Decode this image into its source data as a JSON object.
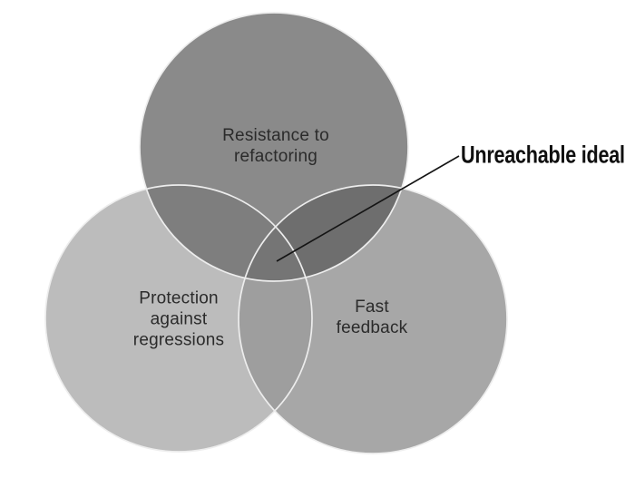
{
  "venn": {
    "background": "#ffffff",
    "outline_color": "#ededed",
    "label_text_color": "#2b2b2b",
    "annotation": {
      "label": "Unreachable ideal",
      "color": "#0f0f0f",
      "line_color": "#141414"
    },
    "regions": {
      "resistance": {
        "label": "Resistance to\nrefactoring",
        "fill": "#8a8a8a"
      },
      "protection": {
        "label": "Protection\nagainst\nregressions",
        "fill": "#bcbcbc"
      },
      "fast_feedback": {
        "label": "Fast\nfeedback",
        "fill": "#a7a7a7"
      },
      "resistance_protection_overlap": {
        "fill": "#7e7e7e"
      },
      "resistance_fast_overlap": {
        "fill": "#6e6e6e"
      },
      "protection_fast_overlap": {
        "fill": "#9e9e9e"
      },
      "center_triple_overlap": {
        "fill": "#757575"
      }
    }
  }
}
